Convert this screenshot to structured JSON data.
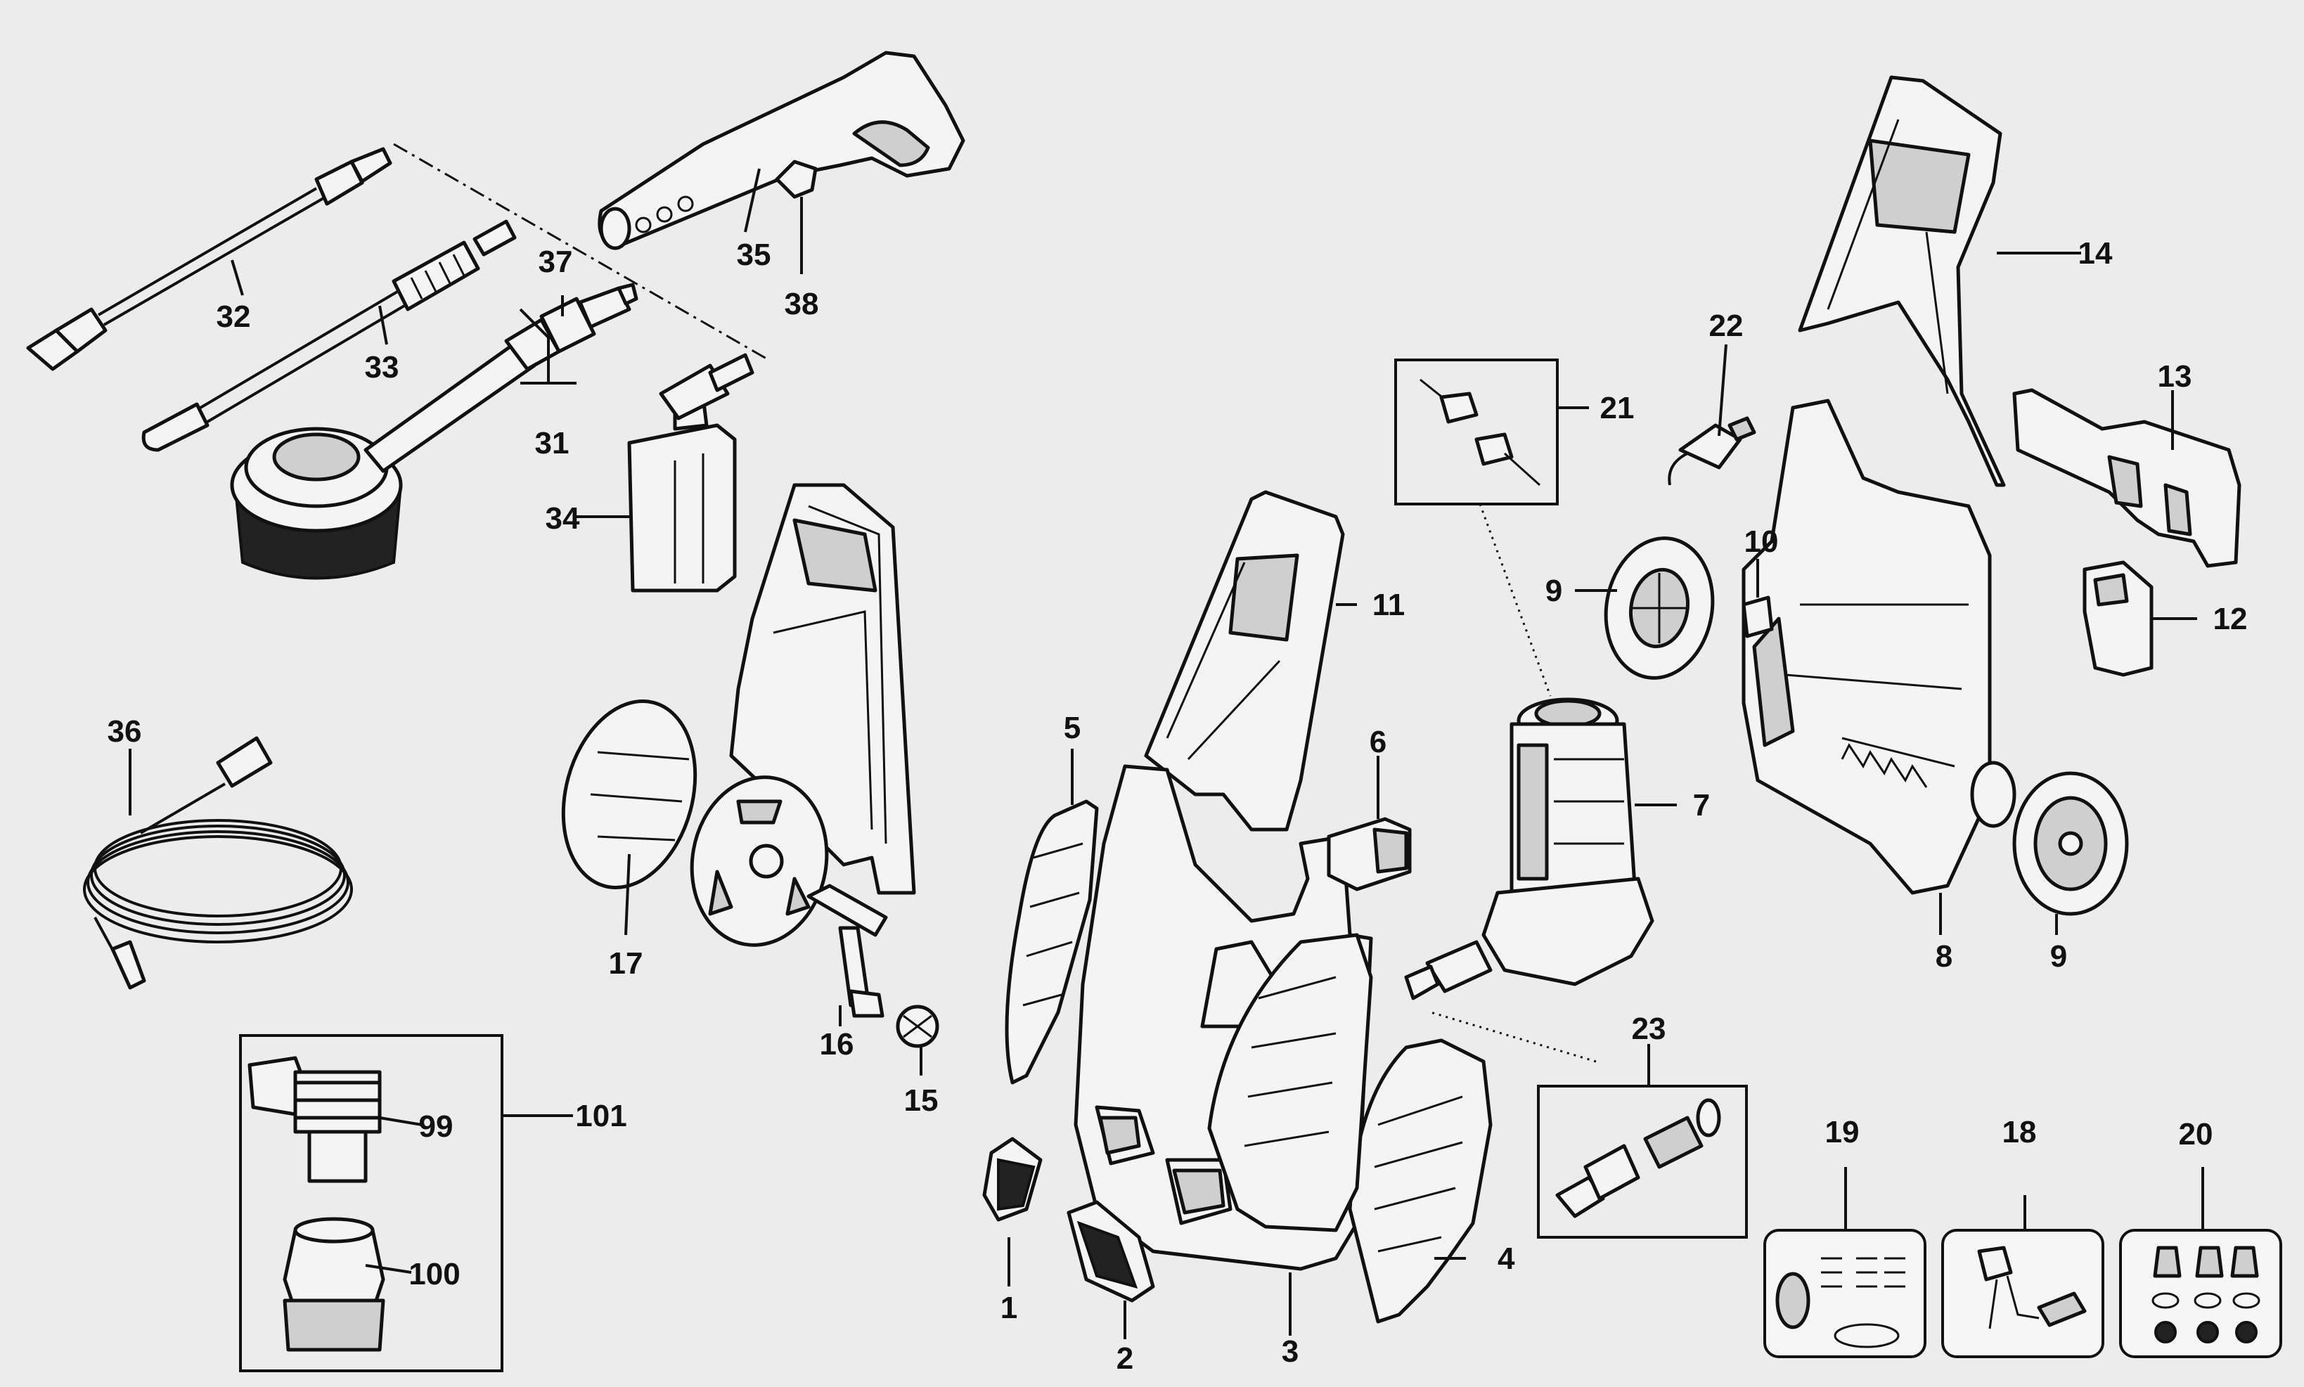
{
  "labels": {
    "p1": "1",
    "p2": "2",
    "p3": "3",
    "p4": "4",
    "p5": "5",
    "p6": "6",
    "p7": "7",
    "p8": "8",
    "p9a": "9",
    "p9b": "9",
    "p10": "10",
    "p11": "11",
    "p12": "12",
    "p13": "13",
    "p14": "14",
    "p15": "15",
    "p16": "16",
    "p17": "17",
    "p18": "18",
    "p19": "19",
    "p20": "20",
    "p21": "21",
    "p22": "22",
    "p23": "23",
    "p31": "31",
    "p32": "32",
    "p33": "33",
    "p34": "34",
    "p35": "35",
    "p36": "36",
    "p37": "37",
    "p38": "38",
    "p99": "99",
    "p100": "100",
    "p101": "101"
  }
}
